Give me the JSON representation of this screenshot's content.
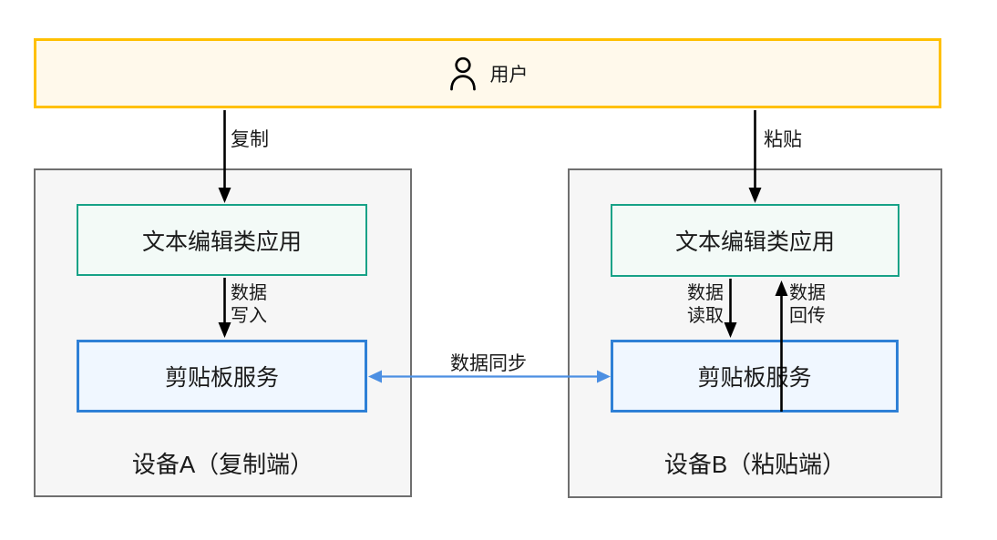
{
  "user_box": {
    "label": "用户",
    "icon": "person-icon"
  },
  "devices": {
    "a": {
      "label": "设备A（复制端）",
      "app": "文本编辑类应用",
      "clipboard": "剪贴板服务"
    },
    "b": {
      "label": "设备B（粘贴端）",
      "app": "文本编辑类应用",
      "clipboard": "剪贴板服务"
    }
  },
  "arrows": {
    "copy": "复制",
    "paste": "粘贴",
    "write": "数据\n写入",
    "read": "数据\n读取",
    "back": "数据\n回传",
    "sync": "数据同步"
  },
  "colors": {
    "user_border": "#FFC000",
    "user_fill": "#FFF9EB",
    "device_border": "#6F6F6F",
    "device_fill": "#F6F6F6",
    "app_border": "#17A287",
    "app_fill": "#F3FAF7",
    "clipboard_border": "#2E80D6",
    "clipboard_fill": "#F0F7FF",
    "sync_arrow": "#4C8FE2",
    "flow_arrow": "#000000",
    "text": "#1A1A1A",
    "background": "#FFFFFF"
  }
}
